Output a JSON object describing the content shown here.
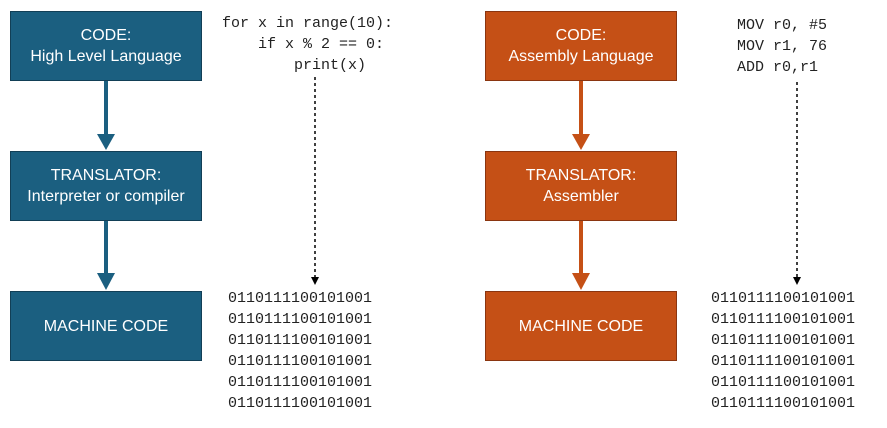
{
  "colors": {
    "blue": "#1b5f80",
    "orange": "#c55016"
  },
  "left": {
    "code_box": {
      "line1": "CODE:",
      "line2": "High Level Language"
    },
    "translator_box": {
      "line1": "TRANSLATOR:",
      "line2": "Interpreter or compiler"
    },
    "machine_box": {
      "line1": "MACHINE CODE"
    },
    "source_lines": [
      "for x in range(10):",
      "    if x % 2 == 0:",
      "        print(x)"
    ],
    "binary_lines": [
      "0110111100101001",
      "0110111100101001",
      "0110111100101001",
      "0110111100101001",
      "0110111100101001",
      "0110111100101001"
    ]
  },
  "right": {
    "code_box": {
      "line1": "CODE:",
      "line2": "Assembly Language"
    },
    "translator_box": {
      "line1": "TRANSLATOR:",
      "line2": "Assembler"
    },
    "machine_box": {
      "line1": "MACHINE CODE"
    },
    "source_lines": [
      "MOV r0, #5",
      "MOV r1, 76",
      "ADD r0,r1"
    ],
    "binary_lines": [
      "0110111100101001",
      "0110111100101001",
      "0110111100101001",
      "0110111100101001",
      "0110111100101001",
      "0110111100101001"
    ]
  }
}
